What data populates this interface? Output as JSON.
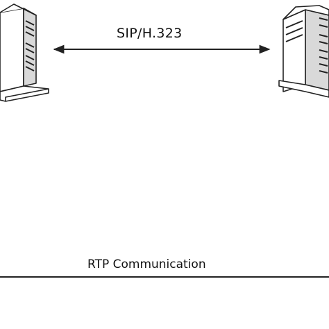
{
  "diagram": {
    "signaling_label": "SIP/H.323",
    "media_label": "RTP Communication",
    "nodes": [
      {
        "kind": "server",
        "icon": "server-tower-icon"
      },
      {
        "kind": "server",
        "icon": "server-tower-icon"
      }
    ],
    "colors": {
      "line": "#222222",
      "server_face": "#ffffff",
      "server_shade": "#d9d9d9"
    }
  }
}
